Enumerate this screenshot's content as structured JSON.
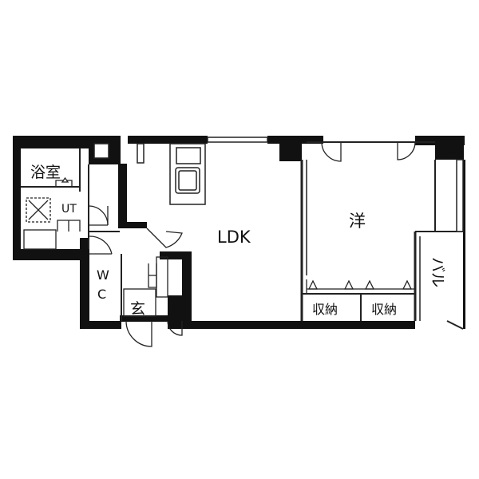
{
  "rooms": {
    "bath": "浴室",
    "utility": "UT",
    "wc_top": "W",
    "wc_bottom": "C",
    "entrance": "玄",
    "ldk": "LDK",
    "western": "洋",
    "storage_1": "収納",
    "storage_2": "収納",
    "balcony": "バル"
  },
  "colors": {
    "wall": "#111111",
    "line": "#222222",
    "background": "#ffffff"
  }
}
